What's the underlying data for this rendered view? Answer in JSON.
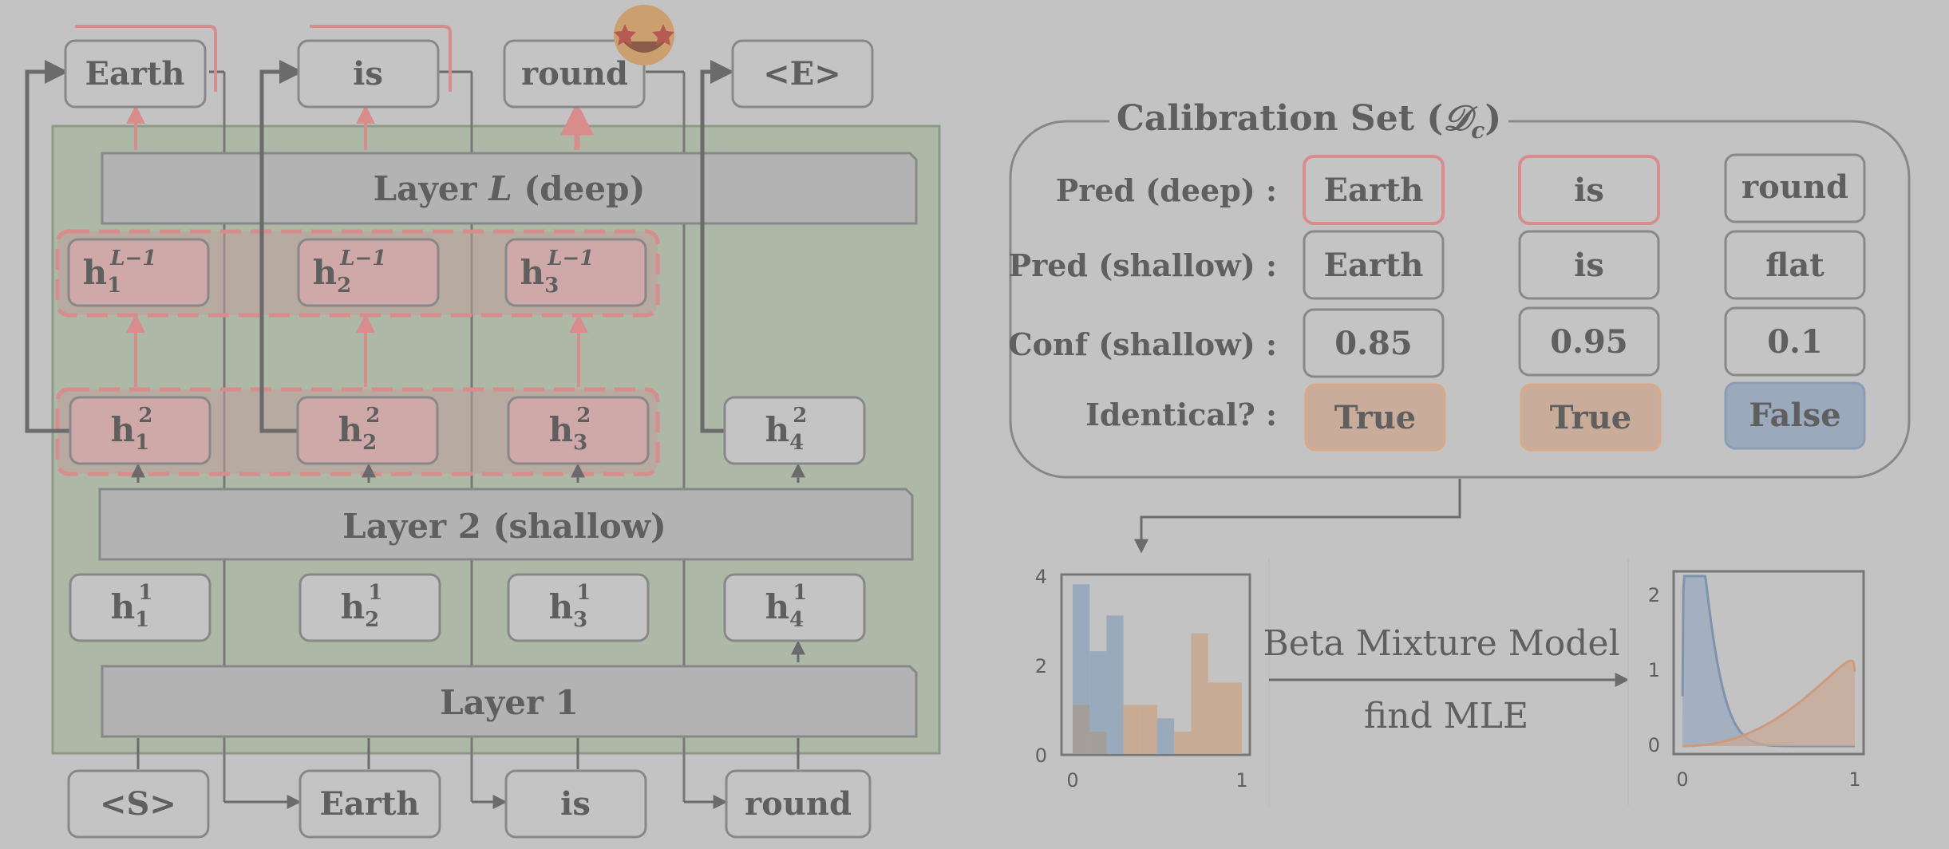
{
  "diagram": {
    "outputs": [
      "Earth",
      "is",
      "round",
      "<E>"
    ],
    "inputs": [
      "<S>",
      "Earth",
      "is",
      "round"
    ],
    "layers": {
      "deep": {
        "prefix": "Layer ",
        "var": "L",
        "suffix": " (deep)"
      },
      "shallow": "Layer 2 (shallow)",
      "first": "Layer 1"
    },
    "hidden_deep": [
      {
        "base": "h",
        "sub": "1",
        "sup": "L−1"
      },
      {
        "base": "h",
        "sub": "2",
        "sup": "L−1"
      },
      {
        "base": "h",
        "sub": "3",
        "sup": "L−1"
      }
    ],
    "hidden_shallow": [
      {
        "base": "h",
        "sub": "1",
        "sup": "2"
      },
      {
        "base": "h",
        "sub": "2",
        "sup": "2"
      },
      {
        "base": "h",
        "sub": "3",
        "sup": "2"
      },
      {
        "base": "h",
        "sub": "4",
        "sup": "2"
      }
    ],
    "hidden_first": [
      {
        "base": "h",
        "sub": "1",
        "sup": "1"
      },
      {
        "base": "h",
        "sub": "2",
        "sup": "1"
      },
      {
        "base": "h",
        "sub": "3",
        "sup": "1"
      },
      {
        "base": "h",
        "sub": "4",
        "sup": "1"
      }
    ],
    "emoji": "🤩"
  },
  "calibration": {
    "title_prefix": "Calibration Set (",
    "title_symbol": "𝒟",
    "title_sub": "c",
    "title_suffix": ")",
    "row_labels": [
      "Pred (deep) :",
      "Pred (shallow) :",
      "Conf (shallow) :",
      "Identical? :"
    ],
    "pred_deep": [
      "Earth",
      "is",
      "round"
    ],
    "pred_shallow": [
      "Earth",
      "is",
      "flat"
    ],
    "conf_shallow": [
      "0.85",
      "0.95",
      "0.1"
    ],
    "identical": [
      "True",
      "True",
      "False"
    ]
  },
  "process": {
    "top_label": "Beta Mixture Model",
    "bottom_label": "find MLE"
  },
  "chart_data": [
    {
      "type": "bar",
      "x_ticks": [
        "0",
        "1"
      ],
      "y_ticks": [
        "0",
        "2",
        "4"
      ],
      "xlim": [
        0,
        1
      ],
      "ylim": [
        0,
        4
      ],
      "bin_edges": [
        0,
        0.1,
        0.2,
        0.3,
        0.4,
        0.5,
        0.6,
        0.7,
        0.8,
        0.9,
        1.0
      ],
      "series": [
        {
          "color": "#9aaabd",
          "values": [
            3.8,
            2.3,
            3.1,
            0,
            0,
            0.8,
            0,
            0,
            0,
            0
          ]
        },
        {
          "color": "#c9a88f",
          "values": [
            1.1,
            0.5,
            0,
            1.1,
            1.1,
            0,
            0.5,
            2.7,
            1.6,
            1.6
          ]
        }
      ],
      "overlap_color": "#a39e99"
    },
    {
      "type": "area",
      "x_ticks": [
        "0",
        "1"
      ],
      "y_ticks": [
        "0",
        "1",
        "2"
      ],
      "xlim": [
        0,
        1
      ],
      "ylim": [
        0,
        2.2
      ],
      "series": [
        {
          "color": "#7f93ad",
          "fill": "#9aaabd",
          "distribution": "beta",
          "alpha": 1.5,
          "beta": 12,
          "weight": 0.6
        },
        {
          "color": "#cf9a7c",
          "fill": "#c8aa96",
          "distribution": "beta",
          "alpha": 3.2,
          "beta": 1.05,
          "weight": 0.4
        }
      ]
    }
  ],
  "colors": {
    "background": "#c3c3c3",
    "panel": "#adb9a6",
    "box": "#c4c4c4",
    "layer": "#b3b3b3",
    "red": "#d98c8c",
    "red_fill": "#cfa8a8",
    "text": "#5f5f5f",
    "true_fill": "#c9ad9a",
    "true_stroke": "#d9aa8a",
    "false_fill": "#9aa9bc",
    "false_stroke": "#8c9cb4"
  }
}
